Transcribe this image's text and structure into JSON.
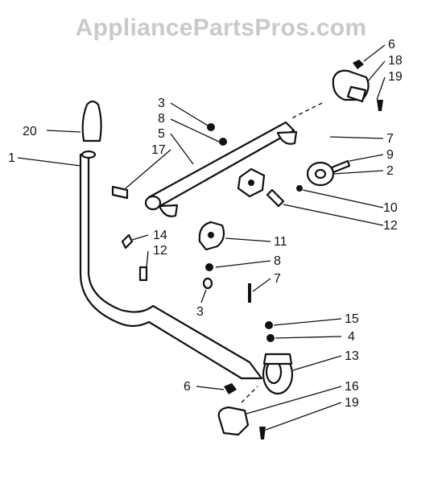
{
  "header": {
    "watermark": "AppliancePartsPros.com"
  },
  "diagram": {
    "callouts": [
      "6",
      "18",
      "19",
      "3",
      "8",
      "5",
      "17",
      "20",
      "1",
      "7",
      "9",
      "2",
      "10",
      "12",
      "11",
      "14",
      "12",
      "8",
      "7",
      "3",
      "15",
      "4",
      "13",
      "6",
      "16",
      "19"
    ]
  }
}
